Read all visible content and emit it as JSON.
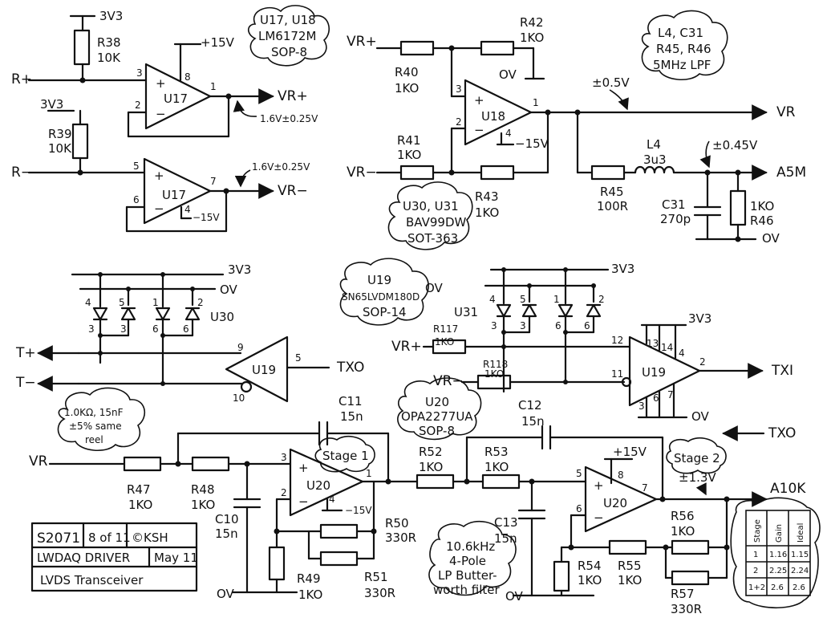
{
  "nets": {
    "r_plus": "R+",
    "r_minus": "R−",
    "vr_plus": "VR+",
    "vr_minus": "VR−",
    "vr": "VR",
    "a5m": "A5M",
    "a10k": "A10K",
    "t_plus": "T+",
    "t_minus": "T−",
    "txo": "TXO",
    "txi": "TXI",
    "v3v3": "3V3",
    "p15v": "+15V",
    "m15v": "−15V",
    "ov": "OV"
  },
  "components": {
    "r38": "R38",
    "r38_val": "10K",
    "r39": "R39",
    "r39_val": "10K",
    "r40": "R40",
    "r40_val": "1KO",
    "r41": "R41",
    "r41_val": "1KO",
    "r42": "R42",
    "r42_val": "1KO",
    "r43": "R43",
    "r43_val": "1KO",
    "r45": "R45",
    "r45_val": "100R",
    "l4": "L4",
    "l4_val": "3u3",
    "c31": "C31",
    "c31_val": "270p",
    "r46": "R46",
    "r46_val": "1KO",
    "r117": "R117",
    "r117_val": "1KO",
    "r118": "R118",
    "r118_val": "1KO",
    "c11": "C11",
    "c11_val": "15n",
    "c12": "C12",
    "c12_val": "15n",
    "r47": "R47",
    "r47_val": "1KO",
    "r48": "R48",
    "r48_val": "1KO",
    "c10": "C10",
    "c10_val": "15n",
    "r49": "R49",
    "r49_val": "1KO",
    "r50": "R50",
    "r50_val": "330R",
    "r51": "R51",
    "r51_val": "330R",
    "r52": "R52",
    "r52_val": "1KO",
    "r53": "R53",
    "r53_val": "1KO",
    "c13": "C13",
    "c13_val": "15n",
    "r54": "R54",
    "r54_val": "1KO",
    "r55": "R55",
    "r55_val": "1KO",
    "r56": "R56",
    "r56_val": "1KO",
    "r57": "R57",
    "r57_val": "330R",
    "u17": "U17",
    "u18": "U18",
    "u19": "U19",
    "u20": "U20",
    "u30": "U30",
    "u31": "U31"
  },
  "annotations": {
    "u17_level": "1.6V±0.25V",
    "u17b_level": "1.6V±0.25V",
    "vr_swing": "±0.5V",
    "a5m_swing": "±0.45V",
    "a10k_swing": "±1.3V",
    "stage1": "Stage 1",
    "stage2": "Stage 2"
  },
  "clouds": {
    "c1": [
      "U17, U18",
      "LM6172M",
      "SOP-8"
    ],
    "c2": [
      "L4, C31",
      "R45, R46",
      "5MHz LPF"
    ],
    "c3": [
      "U30, U31",
      "BAV99DW",
      "SOT-363"
    ],
    "c4": [
      "U19",
      "SN65LVDM180D",
      "SOP-14"
    ],
    "c5": [
      "1.0KΩ, 15nF",
      "±5% same",
      "reel"
    ],
    "c6": [
      "U20",
      "OPA2277UA",
      "SOP-8"
    ],
    "c7": [
      "10.6kHz",
      "4-Pole",
      "LP Butter-",
      "worth filter"
    ]
  },
  "pins": {
    "u17a": [
      "3",
      "2",
      "8",
      "1"
    ],
    "u17b": [
      "5",
      "6",
      "4",
      "7"
    ],
    "u18": [
      "3",
      "2",
      "4",
      "1"
    ],
    "u30": [
      "4",
      "5",
      "1",
      "2",
      "3",
      "3",
      "6",
      "6"
    ],
    "u31": [
      "4",
      "5",
      "1",
      "2",
      "3",
      "3",
      "6",
      "6"
    ],
    "u19_tx": [
      "9",
      "10",
      "5"
    ],
    "u19_rx": [
      "12",
      "11",
      "13",
      "14",
      "4",
      "2",
      "3",
      "6",
      "7"
    ],
    "u20a": [
      "3",
      "2",
      "4",
      "1"
    ],
    "u20b": [
      "5",
      "6",
      "8",
      "7"
    ]
  },
  "title_block": {
    "number": "S2071",
    "sheet": "8 of 11",
    "author": "©KSH",
    "title": "LWDAQ DRIVER",
    "date": "May 11",
    "subtitle": "LVDS Transceiver"
  },
  "stage_table": {
    "headers": [
      "Stage",
      "Gain",
      "Ideal"
    ],
    "rows": [
      [
        "1",
        "1.16",
        "1.15"
      ],
      [
        "2",
        "2.25",
        "2.24"
      ],
      [
        "1+2",
        "2.6",
        "2.6"
      ]
    ]
  }
}
